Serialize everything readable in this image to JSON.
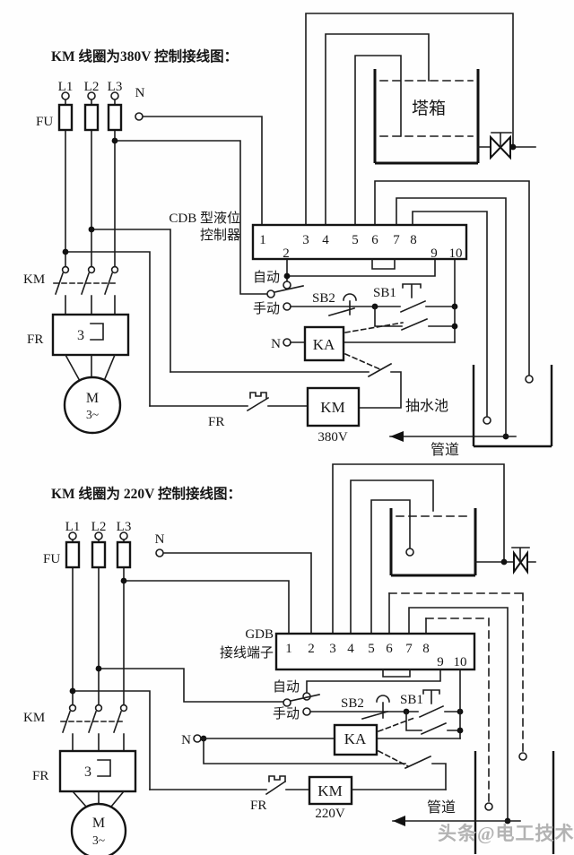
{
  "watermark": "头条@电工技术",
  "d380": {
    "title": "KM 线圈为380V 控制接线图：",
    "l1": "L1",
    "l2": "L2",
    "l3": "L3",
    "n": "N",
    "fu": "FU",
    "km_contacts": "KM",
    "fr_box": "FR",
    "fr_heater": "3",
    "motor": "M",
    "motor_type": "3~",
    "ctrl_line1": "CDB 型液位",
    "ctrl_line2": "控制器",
    "terms_top": [
      "1",
      "3",
      "4",
      "5",
      "6",
      "7",
      "8"
    ],
    "terms_bot": [
      "2",
      "9",
      "10"
    ],
    "auto": "自动",
    "manual": "手动",
    "sb2": "SB2",
    "sb1": "SB1",
    "ka": "KA",
    "ka_n": "N",
    "fr_contact": "FR",
    "km_coil": "KM",
    "voltage": "380V",
    "tank": "塔箱",
    "pool": "抽水池",
    "pipe": "管道"
  },
  "d220": {
    "title": "KM 线圈为 220V 控制接线图：",
    "l1": "L1",
    "l2": "L2",
    "l3": "L3",
    "n": "N",
    "fu": "FU",
    "km_contacts": "KM",
    "fr_box": "FR",
    "fr_heater": "3",
    "motor": "M",
    "motor_type": "3~",
    "ctrl_line1": "GDB",
    "ctrl_line2": "接线端子",
    "terms_top": [
      "1",
      "2",
      "3",
      "4",
      "5",
      "6",
      "7",
      "8"
    ],
    "terms_bot": [
      "9",
      "10"
    ],
    "auto": "自动",
    "manual": "手动",
    "sb2": "SB2",
    "sb1": "SB1",
    "ka": "KA",
    "ka_n": "N",
    "fr_contact": "FR",
    "km_coil": "KM",
    "voltage": "220V",
    "pipe": "管道"
  }
}
